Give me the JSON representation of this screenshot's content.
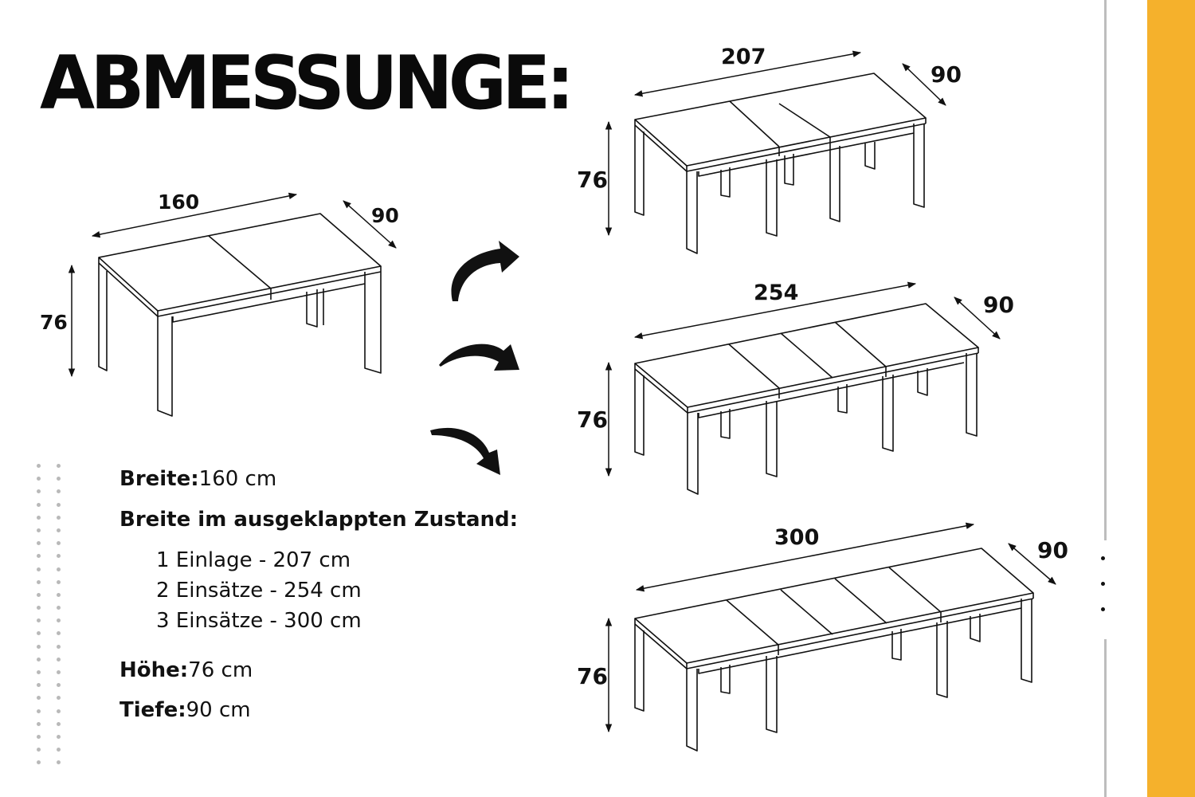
{
  "title": "ABMESSUNGE:",
  "colors": {
    "accent": "#f5b12c",
    "divider": "#bdbdbd",
    "ink": "#111111"
  },
  "specs": {
    "width_label": "Breite:",
    "width_value": "160 cm",
    "extended_heading": "Breite im ausgeklappten Zustand:",
    "extended_lines": [
      "1 Einlage - 207 cm",
      "2 Einsätze - 254 cm",
      "3 Einsätze - 300 cm"
    ],
    "height_label": "Höhe:",
    "height_value": "76 cm",
    "depth_label": "Tiefe:",
    "depth_value": "90 cm"
  },
  "tables": {
    "base": {
      "width": "160",
      "depth": "90",
      "height": "76"
    },
    "one_insert": {
      "width": "207",
      "depth": "90",
      "height": "76"
    },
    "two_inserts": {
      "width": "254",
      "depth": "90",
      "height": "76"
    },
    "three_inserts": {
      "width": "300",
      "depth": "90",
      "height": "76"
    }
  },
  "icons": [
    "curved-arrow-icon",
    "curved-arrow-icon",
    "curved-arrow-icon"
  ]
}
